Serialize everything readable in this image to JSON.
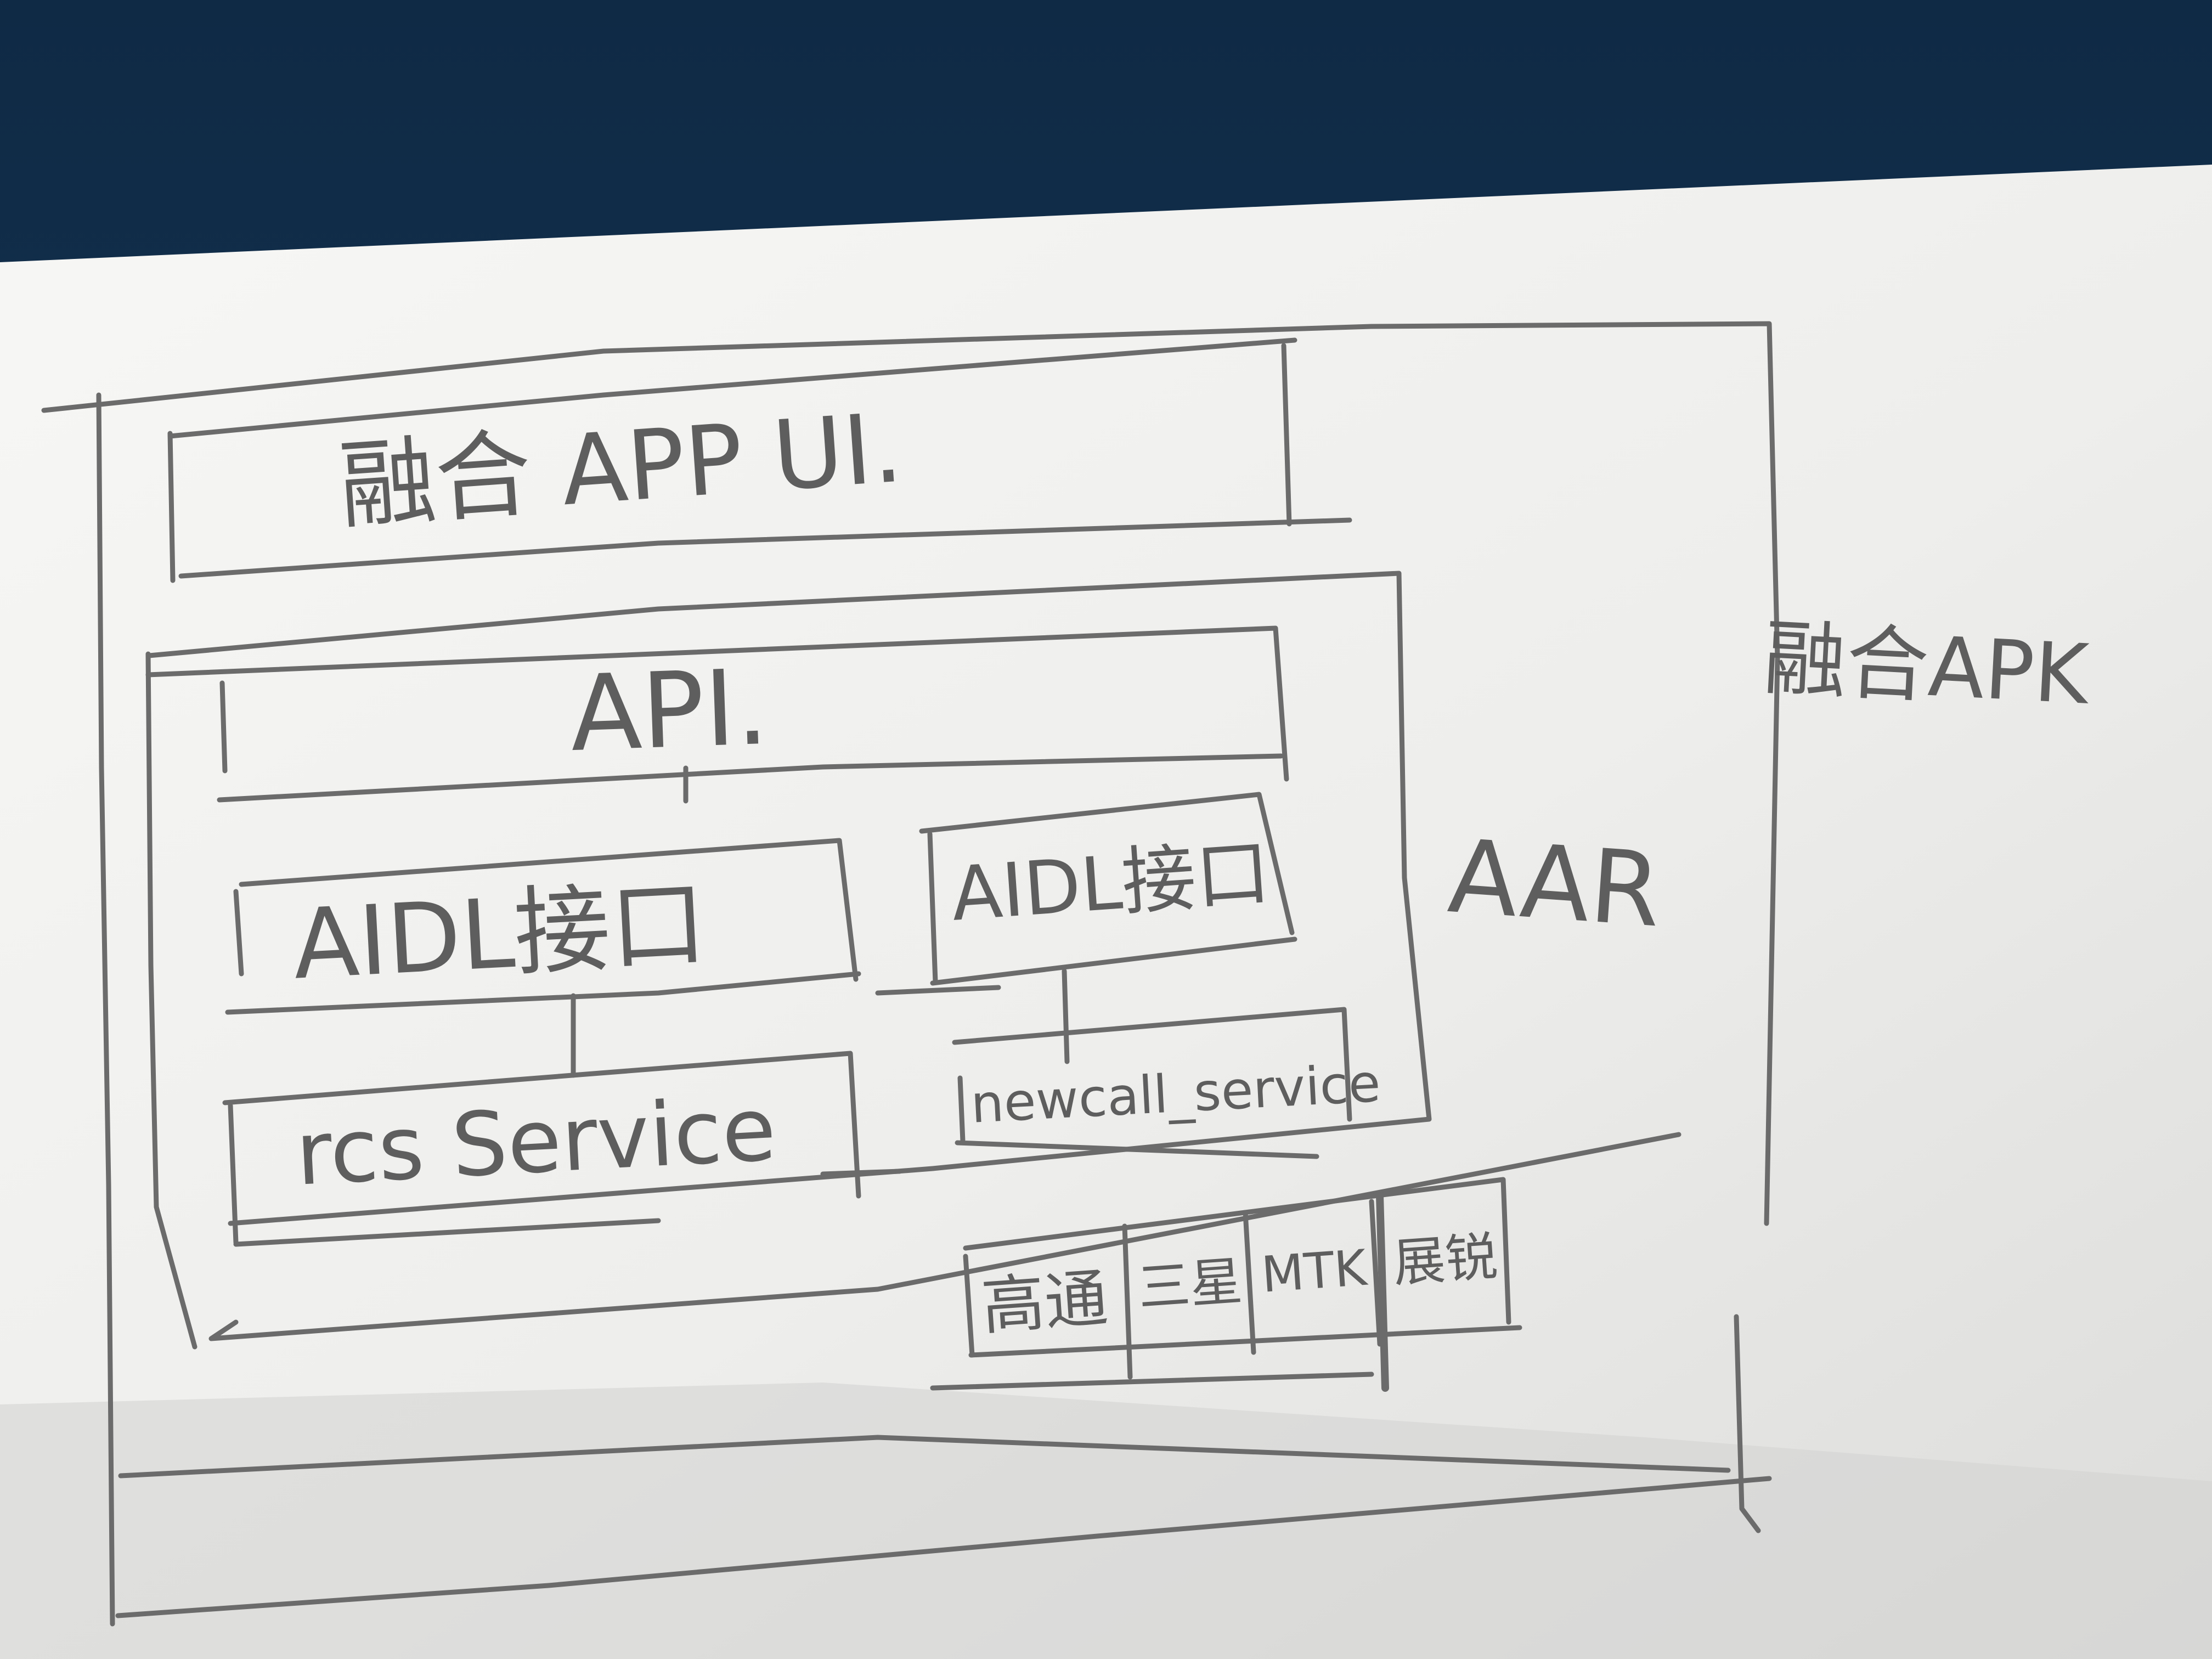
{
  "diagram": {
    "apk_label": "融合APK",
    "aar_label": "AAR",
    "app_ui": "融合 APP UI.",
    "api": "API.",
    "aidl_left": "AIDL接口",
    "aidl_right": "AIDL接口",
    "rcs_service": "rcs Service",
    "newcall_service": "newcall_service",
    "vendors": [
      "高通",
      "三星",
      "MTK",
      "展锐"
    ]
  }
}
